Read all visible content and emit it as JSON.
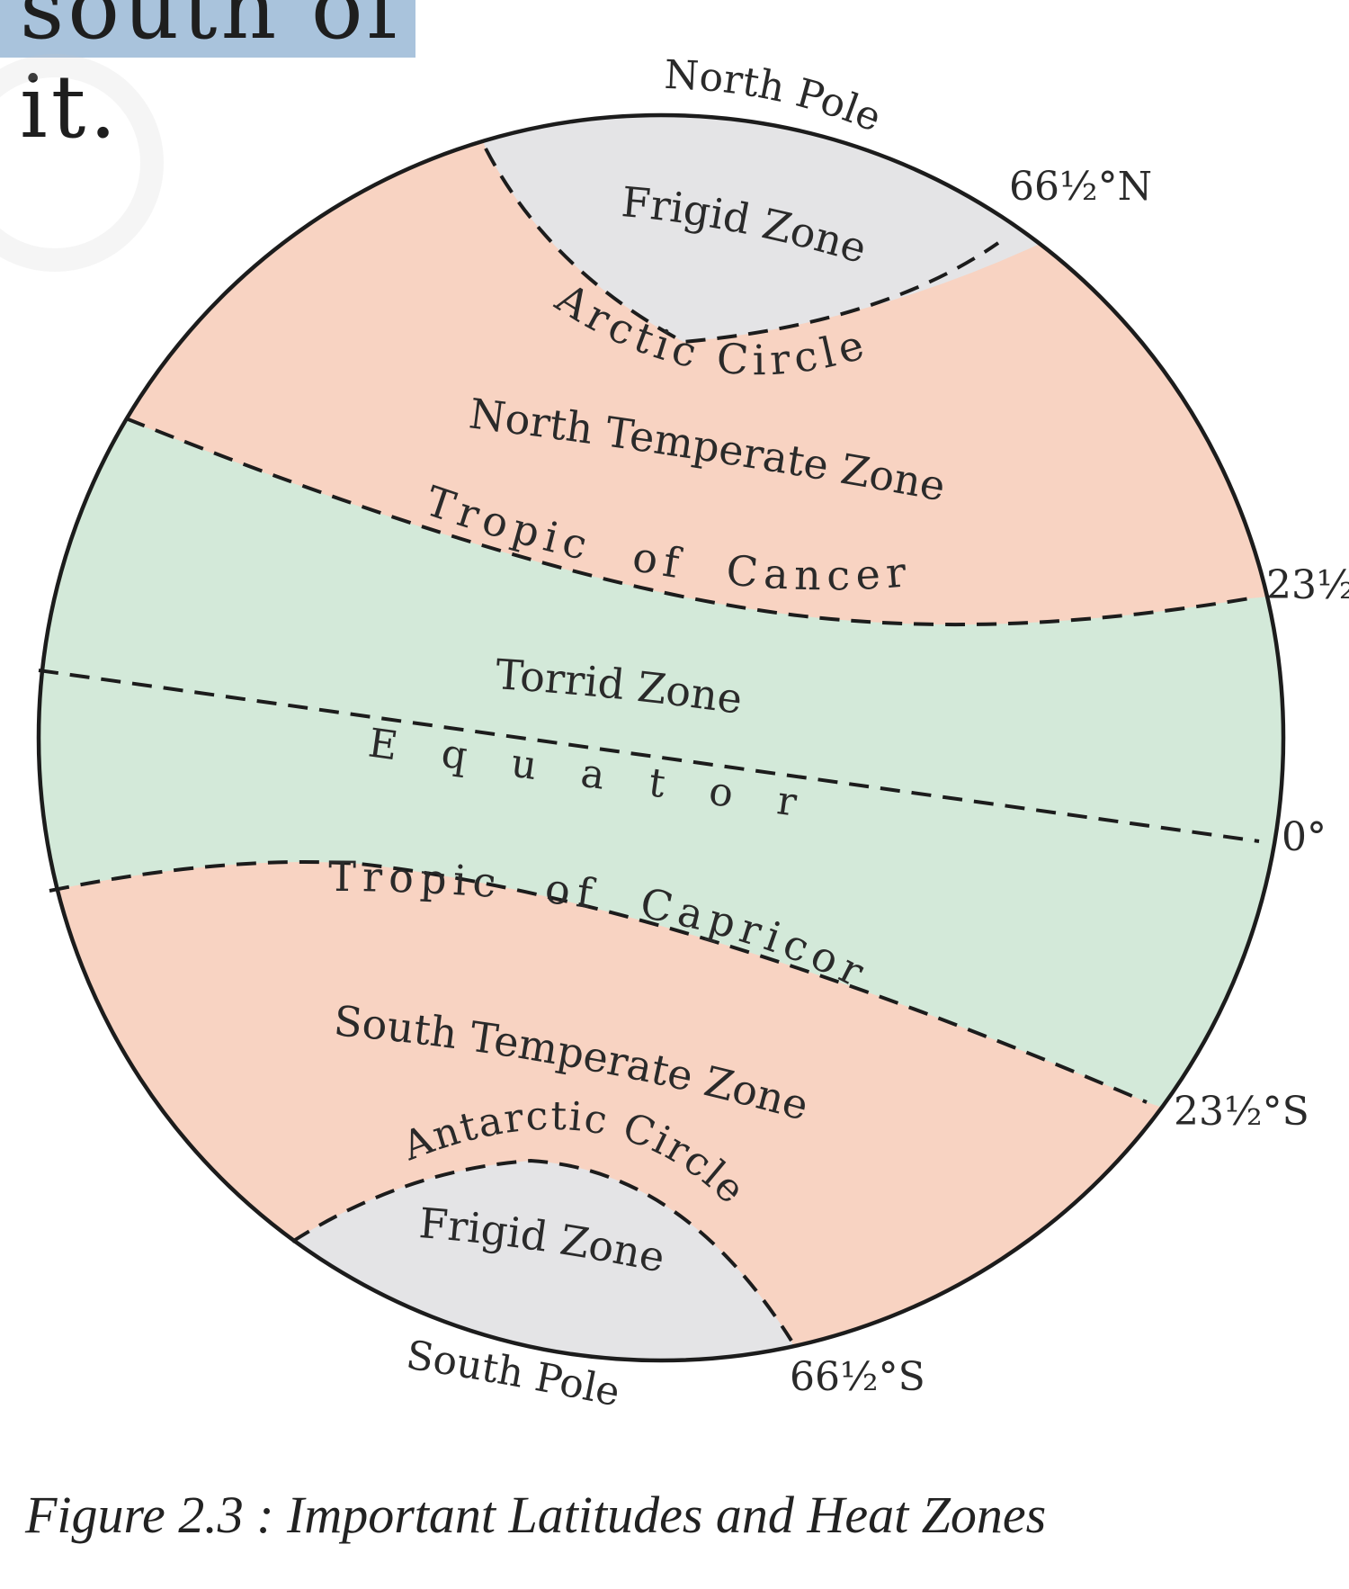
{
  "top_text": "south of it.",
  "caption": "Figure 2.3 : Important Latitudes and Heat Zones",
  "labels": {
    "north_pole": "North Pole",
    "south_pole": "South Pole",
    "north_frigid": "Frigid Zone",
    "south_frigid": "Frigid Zone",
    "arctic_circle": "Arctic Circle",
    "north_temperate": "North Temperate Zone",
    "tropic_cancer": "Tropic of Cancer",
    "torrid": "Torrid Zone",
    "equator": "E q u a t o r",
    "tropic_capricorn": "Tropic of Capricorn",
    "south_temperate": "South Temperate Zone",
    "antarctic_circle": "Antarctic Circle",
    "lat_66n": "66½°N",
    "lat_23n": "23½",
    "lat_0": "0°",
    "lat_23s": "23½°S",
    "lat_66s": "66½°S"
  },
  "colors": {
    "frigid": "#e4e4e6",
    "temperate": "#f8d3c2",
    "torrid": "#d3e9d9",
    "outline": "#1c1c1c"
  }
}
